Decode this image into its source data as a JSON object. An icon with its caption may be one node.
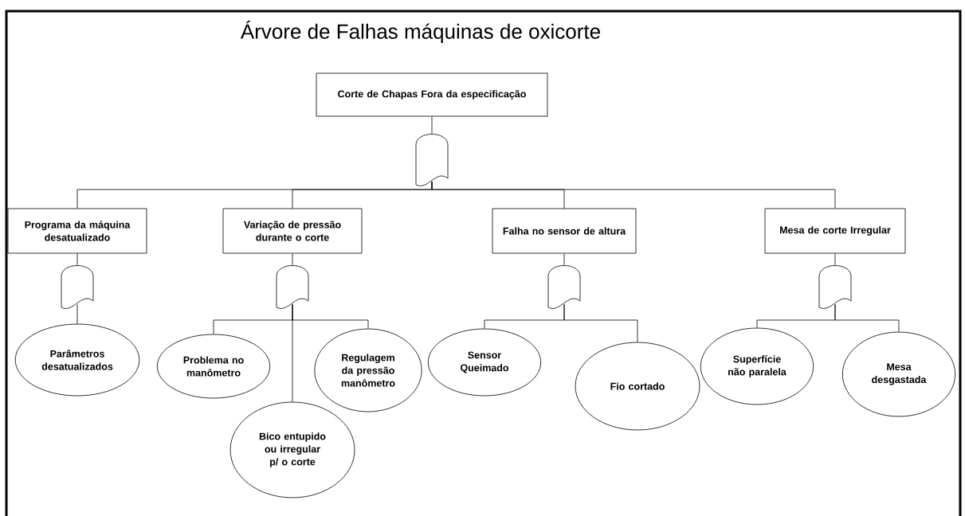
{
  "diagram": {
    "title": "Árvore de Falhas máquinas de oxicorte",
    "nodes": [
      {
        "text": [
          "Corte de Chapas Fora da especificação"
        ]
      },
      {
        "text": [],
        "shape": "gate"
      },
      {
        "text": [
          "Programa da máquina desatualizado"
        ]
      },
      {
        "text": [
          "Variação de pressão durante o corte"
        ]
      },
      {
        "text": [
          "Falha no sensor de altura"
        ]
      },
      {
        "text": [
          "Mesa de corte Irregular"
        ]
      },
      {
        "text": [],
        "shape": "gate"
      },
      {
        "text": [],
        "shape": "gate"
      },
      {
        "text": [],
        "shape": "gate"
      },
      {
        "text": [],
        "shape": "gate"
      },
      {
        "text": [
          "Parâmetros desatualizados"
        ]
      },
      {
        "text": [
          "Problema no manômetro"
        ]
      },
      {
        "text": [
          "Regulagem da pressão manômetro"
        ]
      },
      {
        "text": [
          "Bico entupido ou irregular p/ o corte"
        ]
      },
      {
        "text": [
          "Sensor Queimado"
        ]
      },
      {
        "text": [
          "Fio cortado"
        ]
      },
      {
        "text": [
          "Superfície não paralela"
        ]
      },
      {
        "text": [
          "Mesa desgastada"
        ]
      }
    ],
    "edges": [
      {
        "from": 0,
        "to": 1,
        "arrow": "none"
      },
      {
        "from": 1,
        "to": 2,
        "arrow": "none"
      },
      {
        "from": 1,
        "to": 3,
        "arrow": "none"
      },
      {
        "from": 1,
        "to": 4,
        "arrow": "none"
      },
      {
        "from": 1,
        "to": 5,
        "arrow": "none"
      },
      {
        "from": 2,
        "to": 6,
        "arrow": "none"
      },
      {
        "from": 3,
        "to": 7,
        "arrow": "none"
      },
      {
        "from": 4,
        "to": 8,
        "arrow": "none"
      },
      {
        "from": 5,
        "to": 9,
        "arrow": "none"
      },
      {
        "from": 6,
        "to": 10,
        "arrow": "none"
      },
      {
        "from": 7,
        "to": 11,
        "arrow": "none"
      },
      {
        "from": 7,
        "to": 12,
        "arrow": "none"
      },
      {
        "from": 7,
        "to": 13,
        "arrow": "none"
      },
      {
        "from": 8,
        "to": 14,
        "arrow": "none"
      },
      {
        "from": 8,
        "to": 15,
        "arrow": "none"
      },
      {
        "from": 9,
        "to": 16,
        "arrow": "none"
      },
      {
        "from": 9,
        "to": 17,
        "arrow": "none"
      }
    ]
  }
}
